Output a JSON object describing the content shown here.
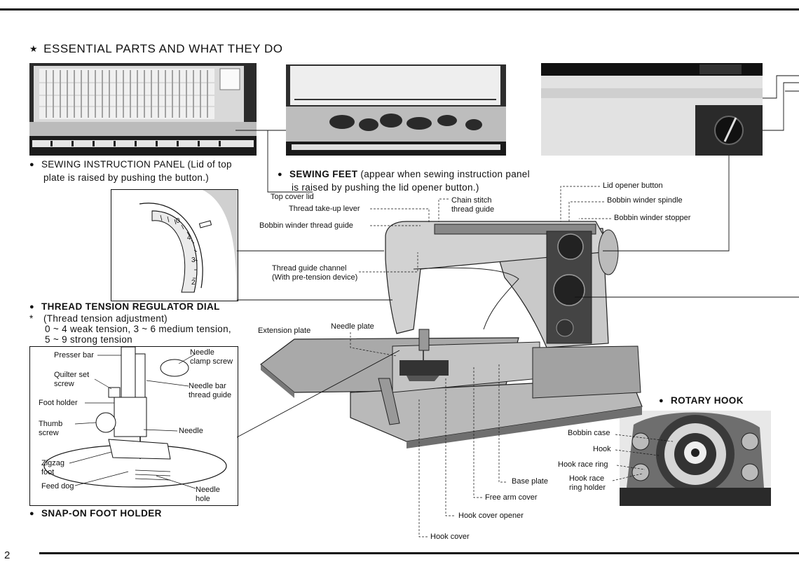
{
  "page": {
    "number": "2",
    "title": "ESSENTIAL PARTS AND WHAT THEY DO",
    "title_marker": "★"
  },
  "sections": {
    "sewing_instruction_panel": {
      "title": "SEWING INSTRUCTION PANEL",
      "desc": "(Lid of top",
      "desc2": "plate is raised by pushing the button.)"
    },
    "sewing_feet": {
      "title": "SEWING FEET",
      "desc": "(appear when sewing instruction panel",
      "desc2": "is raised by pushing the lid opener button.)"
    },
    "tension_dial": {
      "title": "THREAD TENSION REGULATOR DIAL",
      "line1": "(Thread tension adjustment)",
      "line2": "0 ~ 4 weak tension, 3 ~ 6 medium tension,",
      "line3": "5 ~ 9 strong tension",
      "marker": "*"
    },
    "snap_on": {
      "title": "SNAP-ON FOOT HOLDER"
    },
    "rotary_hook": {
      "title": "ROTARY HOOK"
    }
  },
  "machine_labels": {
    "top_cover_lid": "Top cover lid",
    "thread_takeup_lever": "Thread take-up lever",
    "bobbin_winder_thread_guide": "Bobbin winder thread guide",
    "chain_stitch_1": "Chain stitch",
    "chain_stitch_2": "thread guide",
    "lid_opener_button": "Lid opener button",
    "bobbin_winder_spindle": "Bobbin winder spindle",
    "bobbin_winder_stopper": "Bobbin winder stopper",
    "thread_guide_channel_1": "Thread guide channel",
    "thread_guide_channel_2": "(With pre-tension device)",
    "extension_plate": "Extension plate",
    "needle_plate": "Needle plate",
    "base_plate": "Base plate",
    "free_arm_cover": "Free arm cover",
    "hook_cover_opener": "Hook cover opener",
    "hook_cover": "Hook cover"
  },
  "foot_labels": {
    "presser_bar": "Presser bar",
    "needle_clamp_1": "Needle",
    "needle_clamp_2": "clamp screw",
    "quilter_1": "Quilter set",
    "quilter_2": "screw",
    "needle_bar_1": "Needle bar",
    "needle_bar_2": "thread guide",
    "foot_holder": "Foot holder",
    "thumb_1": "Thumb",
    "thumb_2": "screw",
    "needle": "Needle",
    "zigzag_1": "Zigzag",
    "zigzag_2": "foot",
    "feed_dog": "Feed dog",
    "needle_hole_1": "Needle",
    "needle_hole_2": "hole"
  },
  "hook_labels": {
    "bobbin_case": "Bobbin case",
    "hook": "Hook",
    "hook_race_ring": "Hook race ring",
    "ring_holder_1": "Hook race",
    "ring_holder_2": "ring holder"
  },
  "dial_numbers": [
    "0",
    "4",
    "3",
    "2"
  ]
}
